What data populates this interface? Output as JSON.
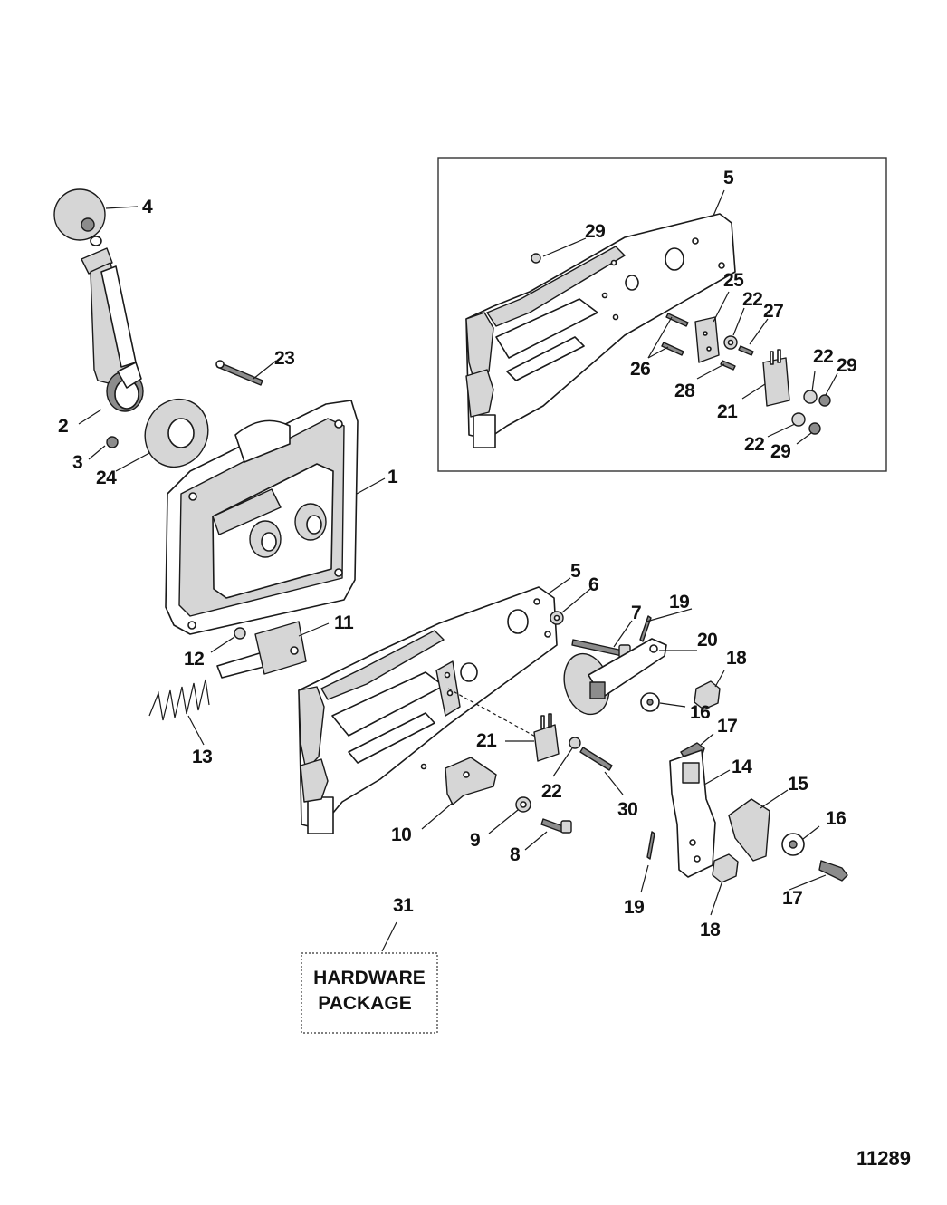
{
  "diagram": {
    "figure_number": "11289",
    "hardware_box": {
      "line1": "HARDWARE",
      "line2": "PACKAGE"
    },
    "callouts": [
      {
        "id": "c4",
        "text": "4"
      },
      {
        "id": "c23",
        "text": "23"
      },
      {
        "id": "c2",
        "text": "2"
      },
      {
        "id": "c3",
        "text": "3"
      },
      {
        "id": "c24",
        "text": "24"
      },
      {
        "id": "c1",
        "text": "1"
      },
      {
        "id": "c11",
        "text": "11"
      },
      {
        "id": "c12",
        "text": "12"
      },
      {
        "id": "c13",
        "text": "13"
      },
      {
        "id": "c5a",
        "text": "5"
      },
      {
        "id": "c29a",
        "text": "29"
      },
      {
        "id": "c25",
        "text": "25"
      },
      {
        "id": "c22a",
        "text": "22"
      },
      {
        "id": "c27",
        "text": "27"
      },
      {
        "id": "c26",
        "text": "26"
      },
      {
        "id": "c28",
        "text": "28"
      },
      {
        "id": "c21a",
        "text": "21"
      },
      {
        "id": "c22b",
        "text": "22"
      },
      {
        "id": "c29b",
        "text": "29"
      },
      {
        "id": "c22c",
        "text": "22"
      },
      {
        "id": "c29c",
        "text": "29"
      },
      {
        "id": "c5b",
        "text": "5"
      },
      {
        "id": "c6",
        "text": "6"
      },
      {
        "id": "c7",
        "text": "7"
      },
      {
        "id": "c19a",
        "text": "19"
      },
      {
        "id": "c20",
        "text": "20"
      },
      {
        "id": "c18a",
        "text": "18"
      },
      {
        "id": "c16a",
        "text": "16"
      },
      {
        "id": "c17a",
        "text": "17"
      },
      {
        "id": "c21b",
        "text": "21"
      },
      {
        "id": "c22d",
        "text": "22"
      },
      {
        "id": "c30",
        "text": "30"
      },
      {
        "id": "c14",
        "text": "14"
      },
      {
        "id": "c15",
        "text": "15"
      },
      {
        "id": "c16b",
        "text": "16"
      },
      {
        "id": "c17b",
        "text": "17"
      },
      {
        "id": "c10",
        "text": "10"
      },
      {
        "id": "c9",
        "text": "9"
      },
      {
        "id": "c8",
        "text": "8"
      },
      {
        "id": "c19b",
        "text": "19"
      },
      {
        "id": "c18b",
        "text": "18"
      },
      {
        "id": "c31",
        "text": "31"
      }
    ]
  }
}
